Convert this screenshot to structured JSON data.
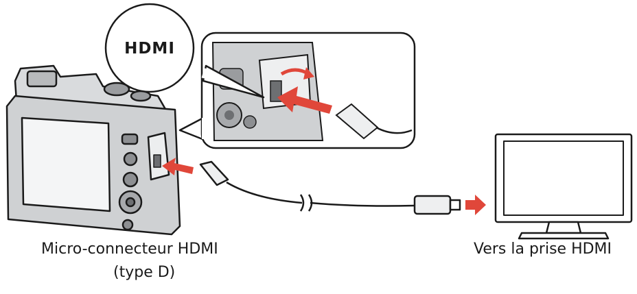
{
  "hdmi_logo_text": "HDMI",
  "captions": {
    "camera_port_line1": "Micro-connecteur HDMI",
    "camera_port_line2": "(type D)",
    "tv_port": "Vers la prise HDMI"
  },
  "colors": {
    "arrow": "#e0473a",
    "line": "#1a1a1a",
    "body_gray": "#cfd1d3",
    "dark_gray": "#6d6f72"
  }
}
